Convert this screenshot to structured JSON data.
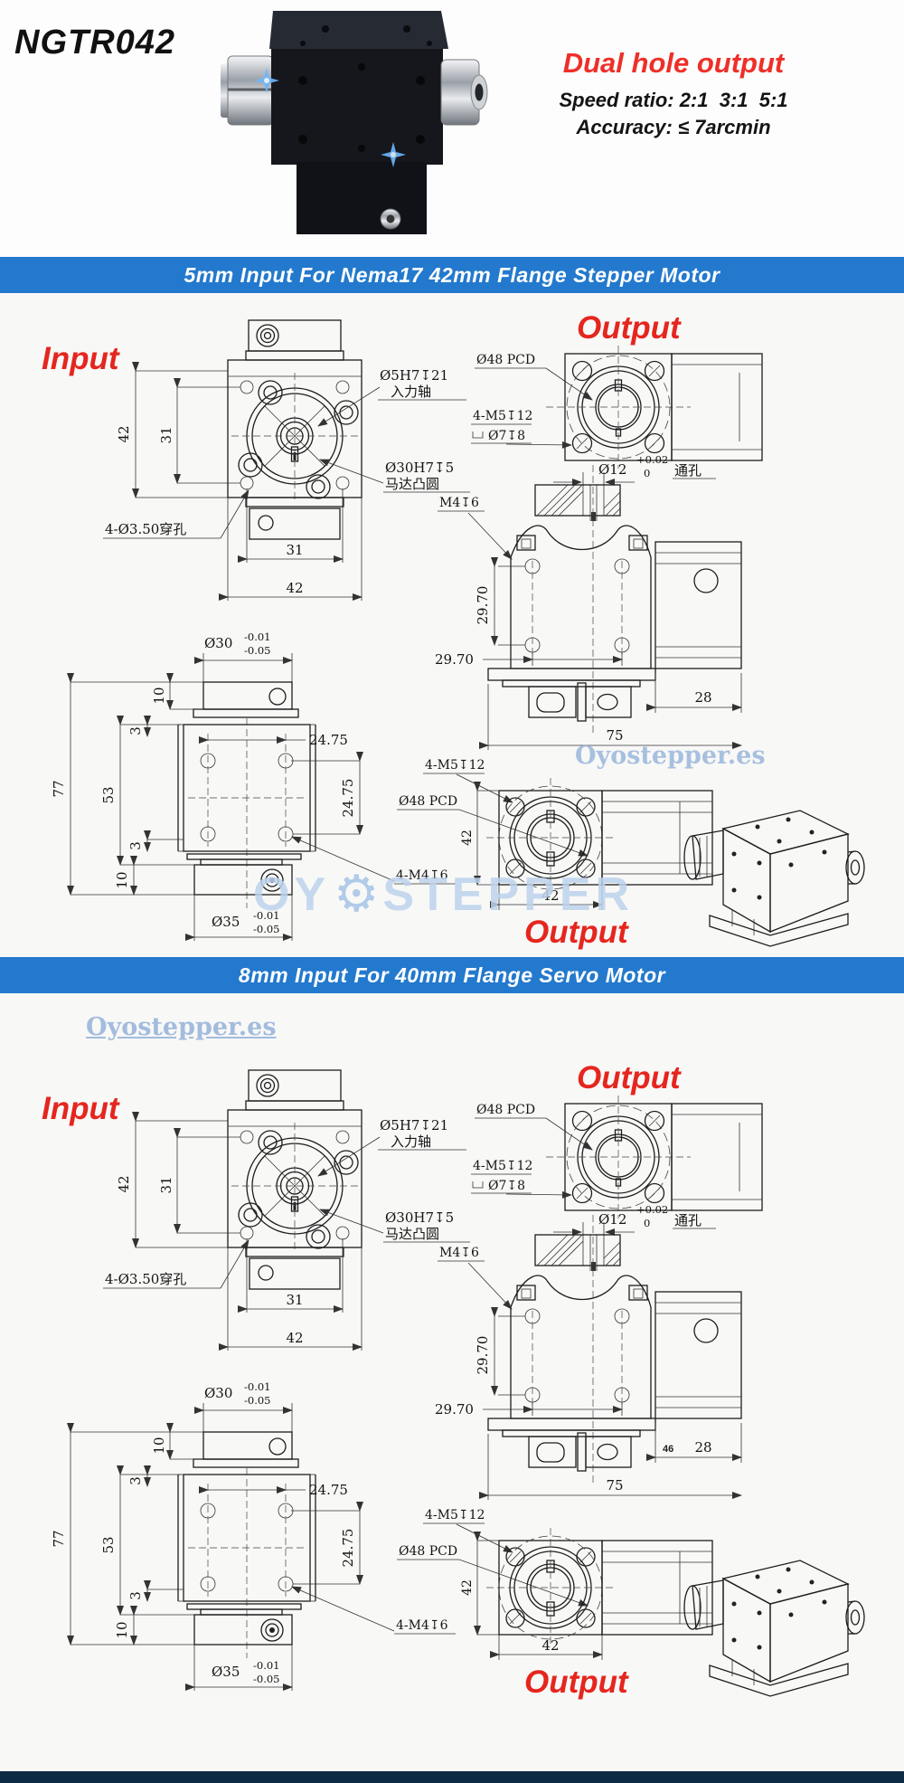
{
  "header": {
    "model": "NGTR042",
    "tagline": "Dual hole output",
    "speed_ratio": "Speed ratio: 2:1  3:1  5:1",
    "accuracy": "Accuracy: ≤ 7arcmin"
  },
  "colors": {
    "banner_blue": "#2379cd",
    "accent_red": "#e5261e",
    "watermark_blue": "#b7cfea",
    "footer_navy": "#0e2b45",
    "line": "#1d1d1d"
  },
  "watermark": {
    "site": "Oyostepper.es",
    "big_left": "OY",
    "big_right": "STEPPER",
    "gear_icon": "⚙"
  },
  "drawing": {
    "input_label": "Input",
    "output_label": "Output",
    "d42": "42",
    "d31": "31",
    "callout_shaft_1": "Ø5H7↧21",
    "callout_shaft_2": "入力轴",
    "callout_boss_1": "Ø30H7↧5",
    "callout_boss_2": "马达凸圆",
    "callout_through": "4-Ø3.50穿孔",
    "pcd48": "Ø48 PCD",
    "tap_m5": "4-M5↧12",
    "cbore": "Ø7↧8",
    "bore12": "Ø12",
    "bore12_tol_up": "+0.02",
    "bore12_tol_dn": "0",
    "bore12_suffix": "通孔",
    "tap_m4": "M4↧6",
    "d2970": "29.70",
    "d28": "28",
    "d75": "75",
    "d30": "Ø30",
    "tol_up": "-0.01",
    "tol_dn": "-0.05",
    "d77": "77",
    "d53": "53",
    "d3": "3",
    "d10": "10",
    "d2475": "24.75",
    "tap_4m4": "4-M4↧6",
    "d35": "Ø35"
  },
  "sections": [
    {
      "banner": "5mm Input For Nema17 42mm Flange Stepper Motor",
      "extra_dim": ""
    },
    {
      "banner": "8mm Input For 40mm Flange Servo Motor",
      "extra_dim": "46"
    }
  ]
}
